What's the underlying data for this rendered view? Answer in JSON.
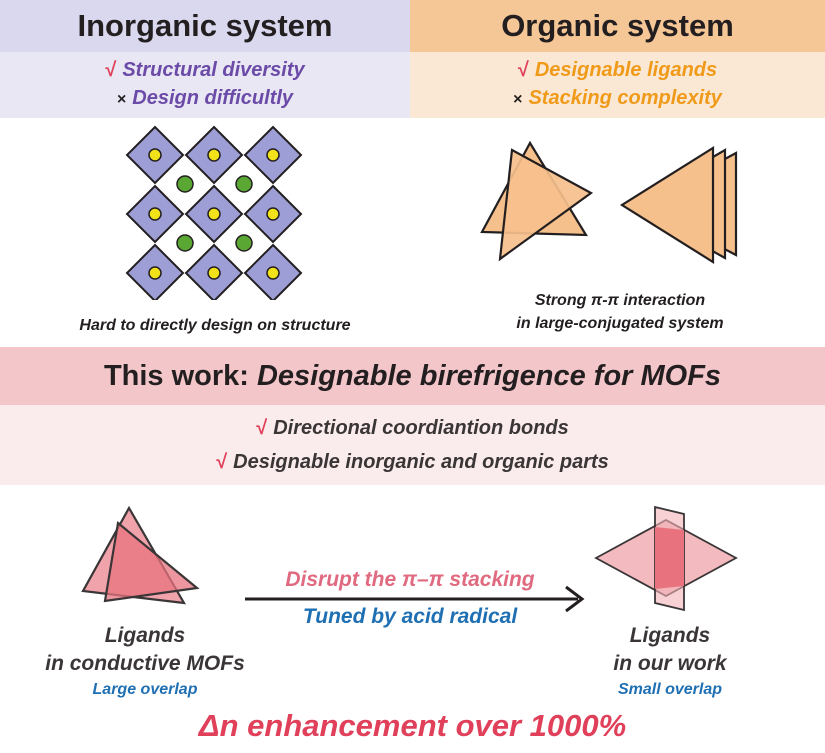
{
  "colors": {
    "inorganic_header": "#d9d8ee",
    "inorganic_sub": "#e8e7f3",
    "organic_header": "#f6c796",
    "organic_sub": "#fbe8d4",
    "purple_text": "#6b4aa8",
    "orange_text": "#f09a1a",
    "pink_text": "#e06a80",
    "blue_text": "#1f6fb3",
    "red_title": "#e0405a",
    "diamond_fill": "#9e9ed6",
    "dot_yellow": "#f2e21a",
    "dot_green": "#5aa833",
    "triangle_orange": "#f6c08c",
    "triangle_pink": "#f0a3ab",
    "overlap_pink": "#e8737f"
  },
  "inorganic": {
    "title": "Inorganic system",
    "pro_mark": "√",
    "pro": "Structural diversity",
    "con_mark": "×",
    "con": "Design difficultly",
    "caption": "Hard to directly design on structure"
  },
  "organic": {
    "title": "Organic system",
    "pro_mark": "√",
    "pro": "Designable ligands",
    "con_mark": "×",
    "con": "Stacking complexity",
    "caption_line1": "Strong π-π interaction",
    "caption_line2": "in large-conjugated system"
  },
  "this_work": {
    "title_plain": "This work:",
    "title_italic": "Designable birefrigence for MOFs",
    "mark": "√",
    "point1": "Directional coordiantion bonds",
    "point2": "Designable inorganic and organic parts"
  },
  "comparison": {
    "arrow_top": "Disrupt the π–π stacking",
    "arrow_bottom": "Tuned by acid radical",
    "left_line1": "Ligands",
    "left_line2": "in conductive MOFs",
    "left_note": "Large overlap",
    "right_line1": "Ligands",
    "right_line2": "in our work",
    "right_note": "Small overlap"
  },
  "result": "Δn enhancement over 1000%"
}
